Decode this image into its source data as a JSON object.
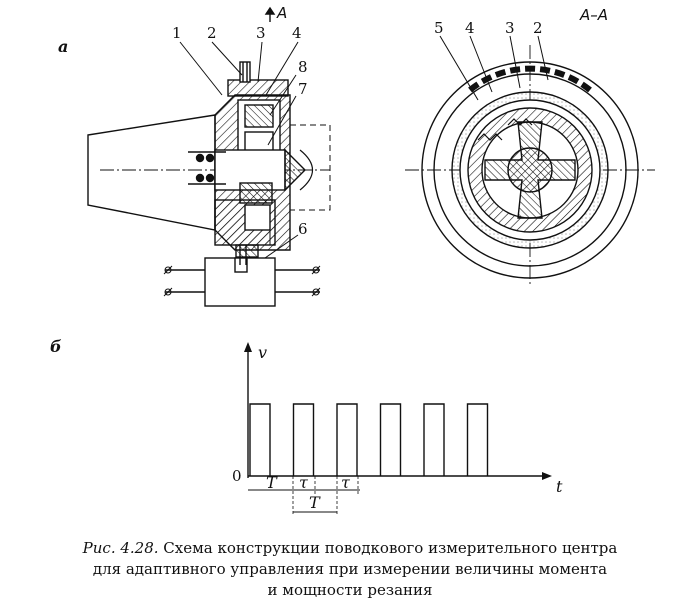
{
  "figure": {
    "panel_a_label": "а",
    "panel_b_label": "б",
    "section_mark": "A",
    "section_title": "A–A",
    "callouts_left": [
      "1",
      "2",
      "3",
      "4",
      "8",
      "7",
      "6"
    ],
    "callouts_right": [
      "5",
      "4",
      "3",
      "2"
    ]
  },
  "chart_data": {
    "type": "line",
    "title": "",
    "xlabel": "t",
    "ylabel": "v",
    "origin_label": "0",
    "period_labels": [
      "T",
      "τ",
      "τ"
    ],
    "second_period_label": "T",
    "pulse_count": 6,
    "signal": "rectangular pulse train"
  },
  "caption": {
    "lead": "Рис. 4.28.",
    "line1_rest": " Схема конструкции поводкового измерительного центра",
    "line2": "для адаптивного управления при измерении величины момента",
    "line3": "и мощности резания"
  }
}
